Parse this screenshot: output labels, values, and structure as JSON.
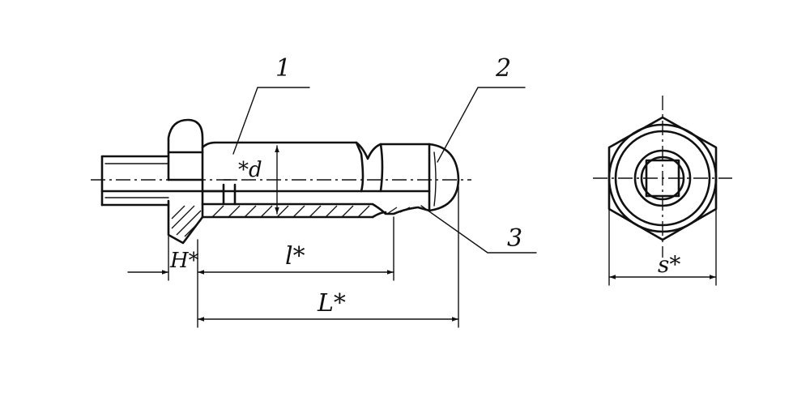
{
  "diagram": {
    "callouts": [
      "1",
      "2",
      "3"
    ],
    "dimensions": {
      "H": "H*",
      "l": "l*",
      "L": "L*",
      "d": "*d",
      "s": "s*"
    }
  }
}
